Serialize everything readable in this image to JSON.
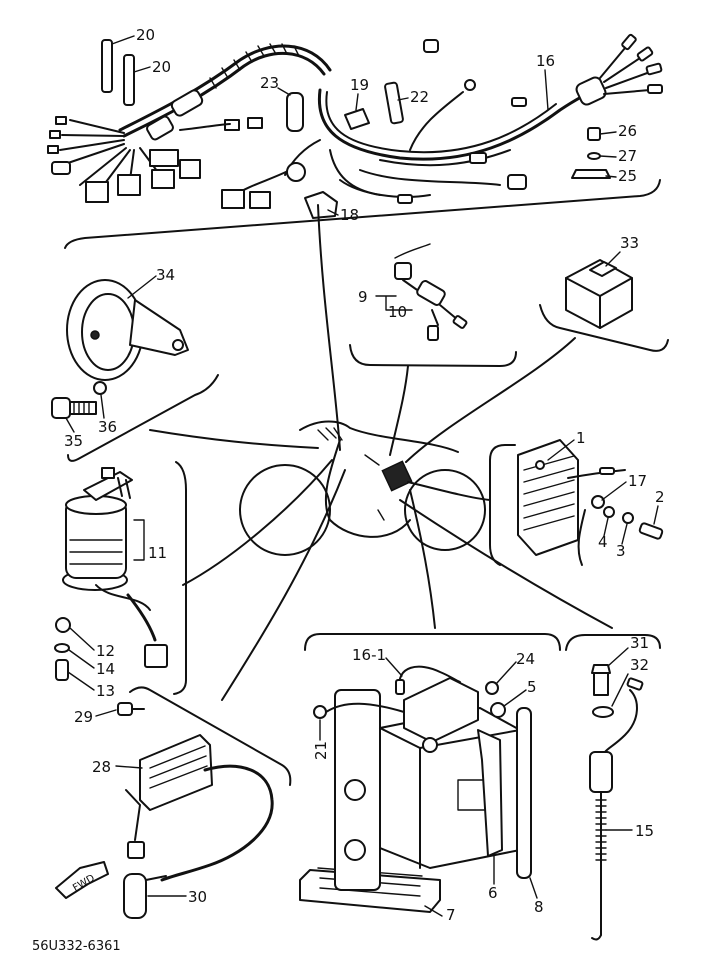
{
  "diagram": {
    "labels": {
      "p20a": "20",
      "p20b": "20",
      "p23": "23",
      "p19": "19",
      "p22": "22",
      "p16": "16",
      "p26": "26",
      "p27": "27",
      "p25": "25",
      "p18": "18",
      "p34": "34",
      "p36": "36",
      "p35": "35",
      "p9": "9",
      "p10": "10",
      "p33": "33",
      "p1": "1",
      "p17": "17",
      "p2": "2",
      "p4": "4",
      "p3": "3",
      "p11": "11",
      "p12": "12",
      "p14": "14",
      "p13": "13",
      "p16_1": "16-1",
      "p24": "24",
      "p5": "5",
      "p21": "21",
      "p6": "6",
      "p7": "7",
      "p8": "8",
      "p31": "31",
      "p32": "32",
      "p15": "15",
      "p29": "29",
      "p28": "28",
      "p30": "30"
    },
    "fwd_arrow": "FWD",
    "drawing_code": "56U332-6361"
  }
}
